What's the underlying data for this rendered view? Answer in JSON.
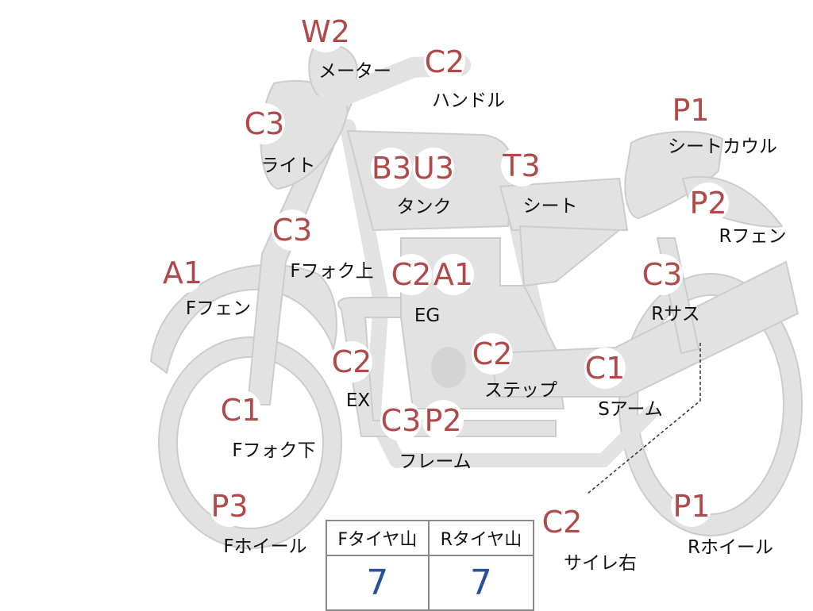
{
  "parts": [
    {
      "id": "meter",
      "grade": "W2",
      "label": "メーター"
    },
    {
      "id": "handle",
      "grade": "C2",
      "label": "ハンドル"
    },
    {
      "id": "light",
      "grade": "C3",
      "label": "ライト"
    },
    {
      "id": "tank",
      "grade": "B3 U3",
      "label": "タンク"
    },
    {
      "id": "seat",
      "grade": "T3",
      "label": "シート"
    },
    {
      "id": "seat-cowl",
      "grade": "P1",
      "label": "シートカウル"
    },
    {
      "id": "r-fender",
      "grade": "P2",
      "label": "Rフェン"
    },
    {
      "id": "f-fork-upper",
      "grade": "C3",
      "label": "Fフォク上"
    },
    {
      "id": "f-fender",
      "grade": "A1",
      "label": "Fフェン"
    },
    {
      "id": "engine",
      "grade": "C2 A1",
      "label": "EG"
    },
    {
      "id": "r-suspension",
      "grade": "C3",
      "label": "Rサス"
    },
    {
      "id": "exhaust",
      "grade": "C2",
      "label": "EX"
    },
    {
      "id": "step",
      "grade": "C2",
      "label": "ステップ"
    },
    {
      "id": "swing-arm",
      "grade": "C1",
      "label": "Sアーム"
    },
    {
      "id": "f-fork-lower",
      "grade": "C1",
      "label": "Fフォク下"
    },
    {
      "id": "frame",
      "grade": "C3 P2",
      "label": "フレーム"
    },
    {
      "id": "f-wheel",
      "grade": "P3",
      "label": "Fホイール"
    },
    {
      "id": "silencer-right",
      "grade": "C2",
      "label": "サイレ右"
    },
    {
      "id": "r-wheel",
      "grade": "P1",
      "label": "Rホイール"
    }
  ],
  "tire_tread": {
    "front_label": "Fタイヤ山",
    "rear_label": "Rタイヤ山",
    "front_value": "7",
    "rear_value": "7"
  },
  "colors": {
    "grade": "#b04a4a",
    "tread_value": "#2a4f9a",
    "silhouette": "#e2e2e2"
  }
}
